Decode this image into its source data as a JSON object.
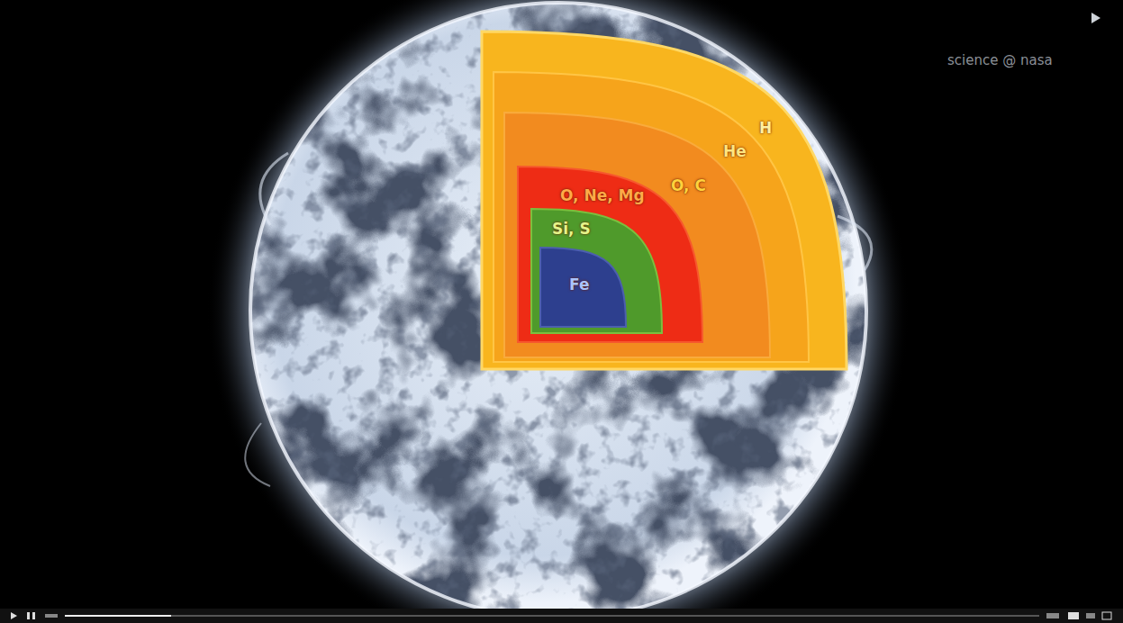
{
  "diagram": {
    "nodes": [
      {
        "text": [
          "H"
        ]
      },
      {
        "text": [
          "He"
        ],
        "in": 0
      },
      {
        "text": [
          "O, C"
        ],
        "in": 1
      },
      {
        "text": [
          "O, Ne, Mg"
        ],
        "in": 2
      },
      {
        "text": [
          "Si, S"
        ],
        "in": 3
      },
      {
        "text": [
          "Fe"
        ],
        "in": 4
      }
    ],
    "labels": [
      "science @ nasa"
    ]
  }
}
